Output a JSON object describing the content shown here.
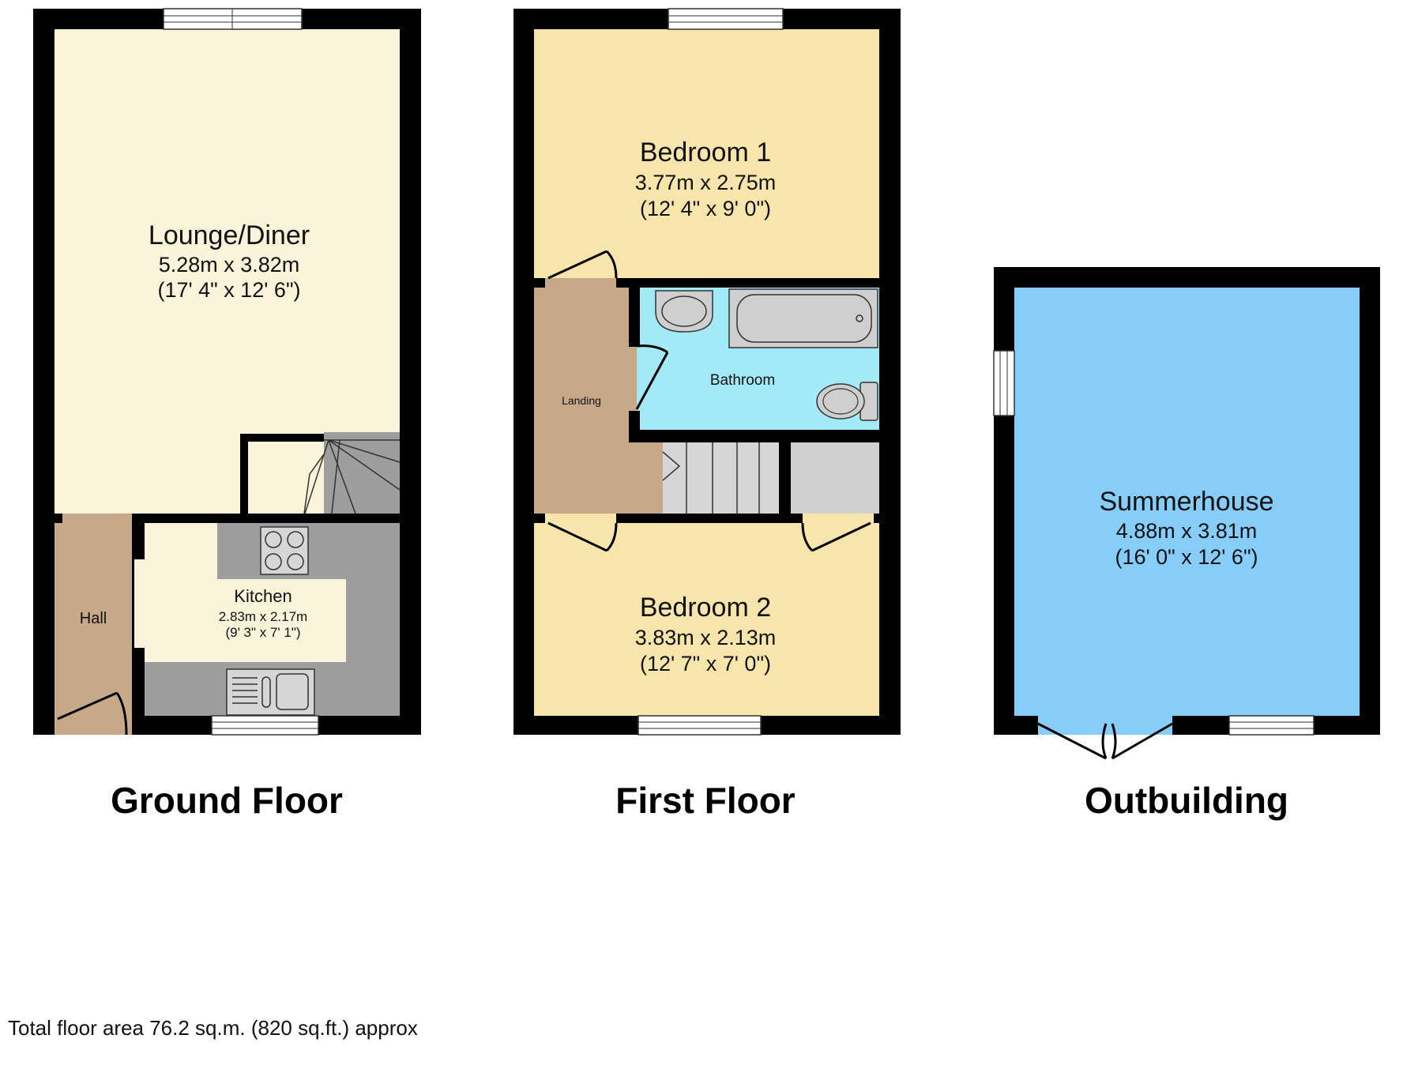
{
  "colors": {
    "wall": "#000000",
    "lounge": "#fbf4da",
    "bedroom": "#f8e5ab",
    "hall": "#c7a98a",
    "landing": "#c7a98a",
    "bathroom": "#a3eaf8",
    "summerhouse": "#87cdf9",
    "worktop": "#9e9e9e",
    "fixture": "#cfcfcf",
    "kitchen_floor": "#fbf4da"
  },
  "floors": [
    {
      "title": "Ground Floor",
      "rooms": [
        {
          "name": "Lounge/Diner",
          "metric": "5.28m x 3.82m",
          "imperial": "(17' 4\" x 12' 6\")"
        },
        {
          "name": "Kitchen",
          "metric": "2.83m x 2.17m",
          "imperial": "(9' 3\" x 7' 1\")"
        },
        {
          "name": "Hall"
        }
      ]
    },
    {
      "title": "First Floor",
      "rooms": [
        {
          "name": "Bedroom 1",
          "metric": "3.77m x 2.75m",
          "imperial": "(12' 4\" x 9' 0\")"
        },
        {
          "name": "Bedroom 2",
          "metric": "3.83m x 2.13m",
          "imperial": "(12' 7\" x 7' 0\")"
        },
        {
          "name": "Bathroom"
        },
        {
          "name": "Landing"
        }
      ]
    },
    {
      "title": "Outbuilding",
      "rooms": [
        {
          "name": "Summerhouse",
          "metric": "4.88m x 3.81m",
          "imperial": "(16' 0\" x 12' 6\")"
        }
      ]
    }
  ],
  "footer": {
    "total_area": "Total floor area 76.2 sq.m. (820 sq.ft.) approx"
  }
}
